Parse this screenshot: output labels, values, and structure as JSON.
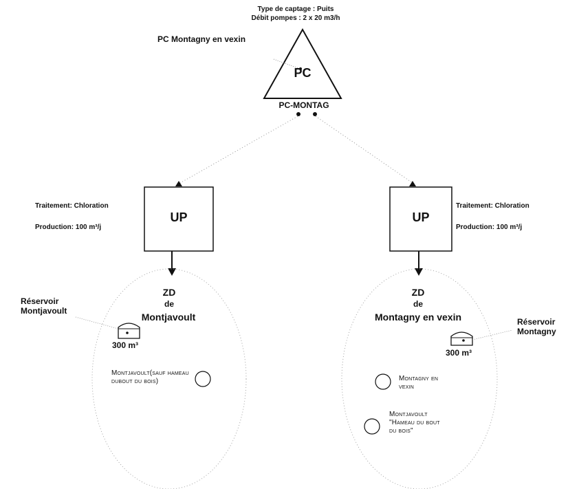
{
  "header": {
    "captage_type": "Type de captage : Puits",
    "debit": "Débit pompes : 2 x 20 m3/h"
  },
  "source": {
    "name_label": "PC Montagny en vexin",
    "symbol": "PC",
    "code": "PC-MONTAG"
  },
  "treatment_left": {
    "symbol": "UP",
    "treatment": "Traitement: Chloration",
    "production": "Production: 100 m³/j"
  },
  "treatment_right": {
    "symbol": "UP",
    "treatment": "Traitement: Chloration",
    "production": "Production: 100 m³/j"
  },
  "zone_left": {
    "zd": "ZD",
    "de": "de",
    "name": "Montjavoult",
    "reservoir_label": "Réservoir Montjavoult",
    "reservoir_capacity": "300 m³",
    "commune": "Montjavoult(sauf hameau dubout du bois)"
  },
  "zone_right": {
    "zd": "ZD",
    "de": "de",
    "name": "Montagny en vexin",
    "reservoir_label": "Réservoir Montagny",
    "reservoir_capacity": "300 m³",
    "commune_1": "Montagny en vexin",
    "commune_2": "Montjavoult \"Hameau du bout du bois\""
  }
}
